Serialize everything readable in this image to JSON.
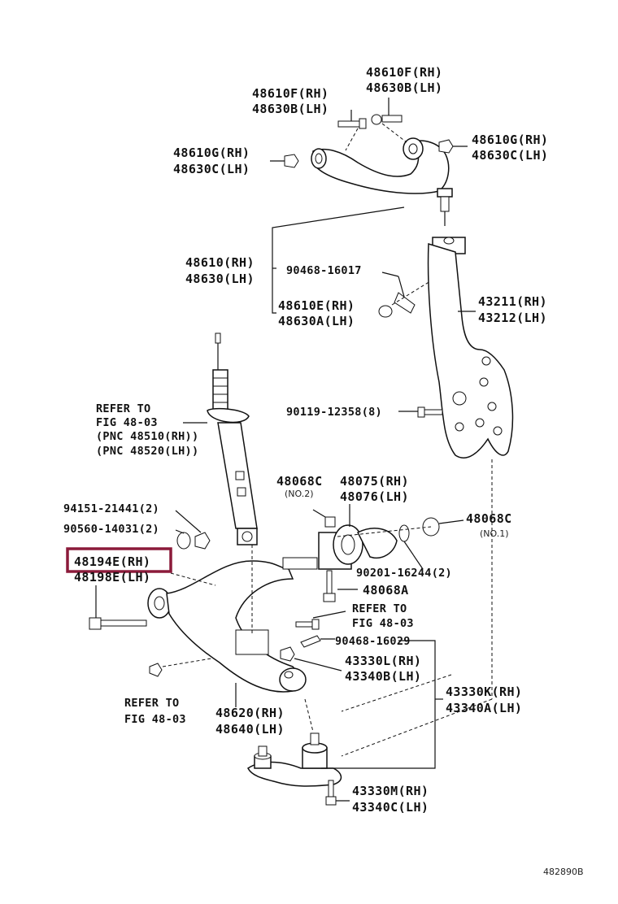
{
  "labels": {
    "l_48610F_top_rh": "48610F(RH)",
    "l_48630B_top_lh": "48630B(LH)",
    "l_48610F_rh": "48610F(RH)",
    "l_48630B_lh": "48630B(LH)",
    "l_48610G_left_rh": "48610G(RH)",
    "l_48630C_left_lh": "48630C(LH)",
    "l_48610G_right_rh": "48610G(RH)",
    "l_48630C_right_lh": "48630C(LH)",
    "l_48610_rh": "48610(RH)",
    "l_48630_lh": "48630(LH)",
    "l_90468_16017": "90468-16017",
    "l_48610E_rh": "48610E(RH)",
    "l_48630A_lh": "48630A(LH)",
    "l_43211_rh": "43211(RH)",
    "l_43212_lh": "43212(LH)",
    "l_refer_to_1": "REFER TO",
    "l_fig_48_03_1": "FIG 48-03",
    "l_pnc_48510": "(PNC 48510(RH))",
    "l_pnc_48520": "(PNC 48520(LH))",
    "l_90119_12358": "90119-12358(8)",
    "l_48068C_left": "48068C",
    "l_no2": "(NO.2)",
    "l_48075_rh": "48075(RH)",
    "l_48076_lh": "48076(LH)",
    "l_94151_21441": "94151-21441(2)",
    "l_90560_14031": "90560-14031(2)",
    "l_48068C_right": "48068C",
    "l_no1": "(NO.1)",
    "l_48194E_rh": "48194E(RH)",
    "l_48198E_lh": "48198E(LH)",
    "l_90201_16244": "90201-16244(2)",
    "l_48068A": "48068A",
    "l_refer_to_2": "REFER TO",
    "l_fig_48_03_2": "FIG 48-03",
    "l_90468_16029": "90468-16029",
    "l_43330L_rh": "43330L(RH)",
    "l_43340B_lh": "43340B(LH)",
    "l_43330K_rh": "43330K(RH)",
    "l_43340A_lh": "43340A(LH)",
    "l_refer_to_3": "REFER TO",
    "l_fig_48_03_3": "FIG 48-03",
    "l_48620_rh": "48620(RH)",
    "l_48640_lh": "48640(LH)",
    "l_43330M_rh": "43330M(RH)",
    "l_43340C_lh": "43340C(LH)",
    "l_figure_code": "482890B"
  },
  "highlight_color": "#8b1a3a"
}
